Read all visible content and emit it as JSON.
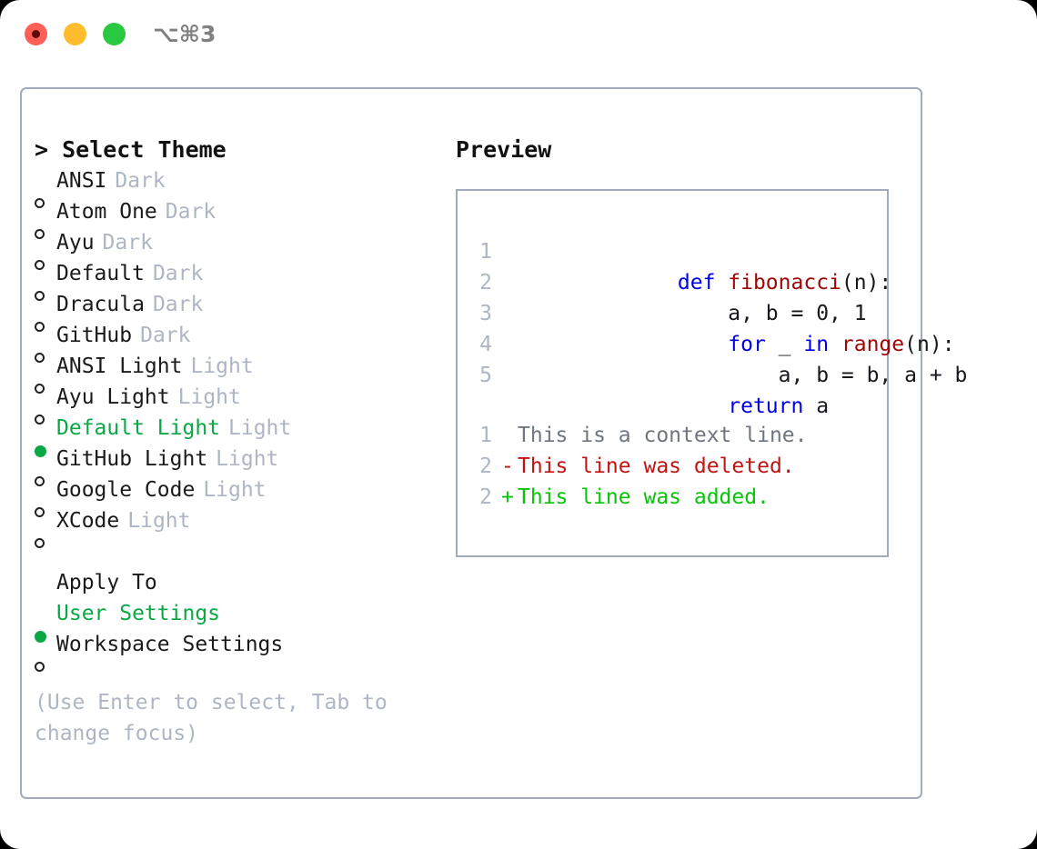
{
  "window": {
    "traffic_lights": [
      {
        "name": "close",
        "color": "#ff5f57"
      },
      {
        "name": "minimize",
        "color": "#ffbd2e"
      },
      {
        "name": "zoom",
        "color": "#28c840"
      }
    ],
    "shortcut_label": "⌥⌘3"
  },
  "theme_picker": {
    "prompt": "> Select Theme",
    "selected_color": "#0aa845",
    "tag_color": "#aeb6c4",
    "items": [
      {
        "label": "ANSI",
        "tag": "Dark",
        "selected": false
      },
      {
        "label": "Atom One",
        "tag": "Dark",
        "selected": false
      },
      {
        "label": "Ayu",
        "tag": "Dark",
        "selected": false
      },
      {
        "label": "Default",
        "tag": "Dark",
        "selected": false
      },
      {
        "label": "Dracula",
        "tag": "Dark",
        "selected": false
      },
      {
        "label": "GitHub",
        "tag": "Dark",
        "selected": false
      },
      {
        "label": "ANSI Light",
        "tag": "Light",
        "selected": false
      },
      {
        "label": "Ayu Light",
        "tag": "Light",
        "selected": false
      },
      {
        "label": "Default Light",
        "tag": "Light",
        "selected": true
      },
      {
        "label": "GitHub Light",
        "tag": "Light",
        "selected": false
      },
      {
        "label": "Google Code",
        "tag": "Light",
        "selected": false
      },
      {
        "label": "XCode",
        "tag": "Light",
        "selected": false
      }
    ]
  },
  "apply_to": {
    "title": "Apply To",
    "items": [
      {
        "label": "User Settings",
        "selected": true
      },
      {
        "label": "Workspace Settings",
        "selected": false
      }
    ]
  },
  "hint": "(Use Enter to select, Tab to change focus)",
  "preview": {
    "title": "Preview",
    "code_lines": [
      {
        "no": "1",
        "tokens": [
          {
            "t": "def ",
            "c": "kw"
          },
          {
            "t": "fibonacci",
            "c": "fn"
          },
          {
            "t": "(n):",
            "c": "plain"
          }
        ]
      },
      {
        "no": "2",
        "tokens": [
          {
            "t": "    a, b = 0, 1",
            "c": "plain"
          }
        ]
      },
      {
        "no": "3",
        "tokens": [
          {
            "t": "    ",
            "c": "plain"
          },
          {
            "t": "for",
            "c": "kw"
          },
          {
            "t": " _ ",
            "c": "plain"
          },
          {
            "t": "in",
            "c": "kw"
          },
          {
            "t": " ",
            "c": "plain"
          },
          {
            "t": "range",
            "c": "fn"
          },
          {
            "t": "(n):",
            "c": "plain"
          }
        ]
      },
      {
        "no": "4",
        "tokens": [
          {
            "t": "        a, b = b, a + b",
            "c": "plain"
          }
        ]
      },
      {
        "no": "5",
        "tokens": [
          {
            "t": "    ",
            "c": "plain"
          },
          {
            "t": "return",
            "c": "kw"
          },
          {
            "t": " a",
            "c": "plain"
          }
        ]
      }
    ],
    "diff_lines": [
      {
        "no": "1",
        "sign": " ",
        "text": "This is a context line.",
        "kind": "context"
      },
      {
        "no": "2",
        "sign": "-",
        "text": "This line was deleted.",
        "kind": "del"
      },
      {
        "no": "2",
        "sign": "+",
        "text": "This line was added.",
        "kind": "add"
      }
    ],
    "colors": {
      "keyword": "#0000e6",
      "function": "#9e0505",
      "line_number": "#aeb6c4",
      "diff_context": "#6f7680",
      "diff_deleted": "#c21313",
      "diff_added": "#08c408"
    }
  }
}
